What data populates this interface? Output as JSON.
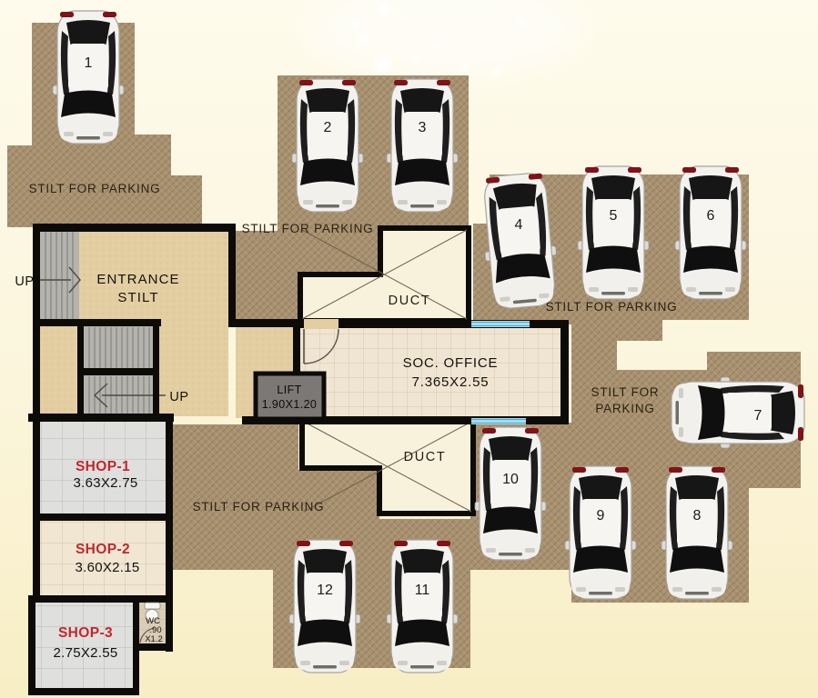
{
  "plan": {
    "parking": {
      "top_left": "STILT FOR PARKING",
      "top_mid": "STILT FOR PARKING",
      "right": "STILT FOR PARKING",
      "mid_right_line1": "STILT FOR",
      "mid_right_line2": "PARKING",
      "bottom_mid": "STILT FOR PARKING"
    },
    "labels": {
      "up_top": "UP",
      "up_mid": "UP",
      "entrance_line1": "ENTRANCE",
      "entrance_line2": "STILT",
      "duct_top": "DUCT",
      "duct_bottom": "DUCT",
      "lift_line1": "LIFT",
      "lift_line2": "1.90X1.20",
      "office_line1": "SOC. OFFICE",
      "office_line2": "7.365X2.55",
      "wc_line1": "WC",
      "wc_line2": ".90",
      "wc_line3": "X1.2"
    },
    "shops": [
      {
        "name": "SHOP-1",
        "size": "3.63X2.75"
      },
      {
        "name": "SHOP-2",
        "size": "3.60X2.15"
      },
      {
        "name": "SHOP-3",
        "size": "2.75X2.55"
      }
    ],
    "cars": [
      "1",
      "2",
      "3",
      "4",
      "5",
      "6",
      "7",
      "8",
      "9",
      "10",
      "11",
      "12"
    ],
    "colors": {
      "background_top": "#FEFBEC",
      "background_bottom": "#F8EEC5",
      "parking_texture": "#A8916F",
      "entrance_floor": "#E3CEA1",
      "wall": "#0D0B08",
      "shop_label_red": "#C1272D",
      "window_blue": "#A6DCEF",
      "lift_grey": "#7B7875"
    }
  }
}
